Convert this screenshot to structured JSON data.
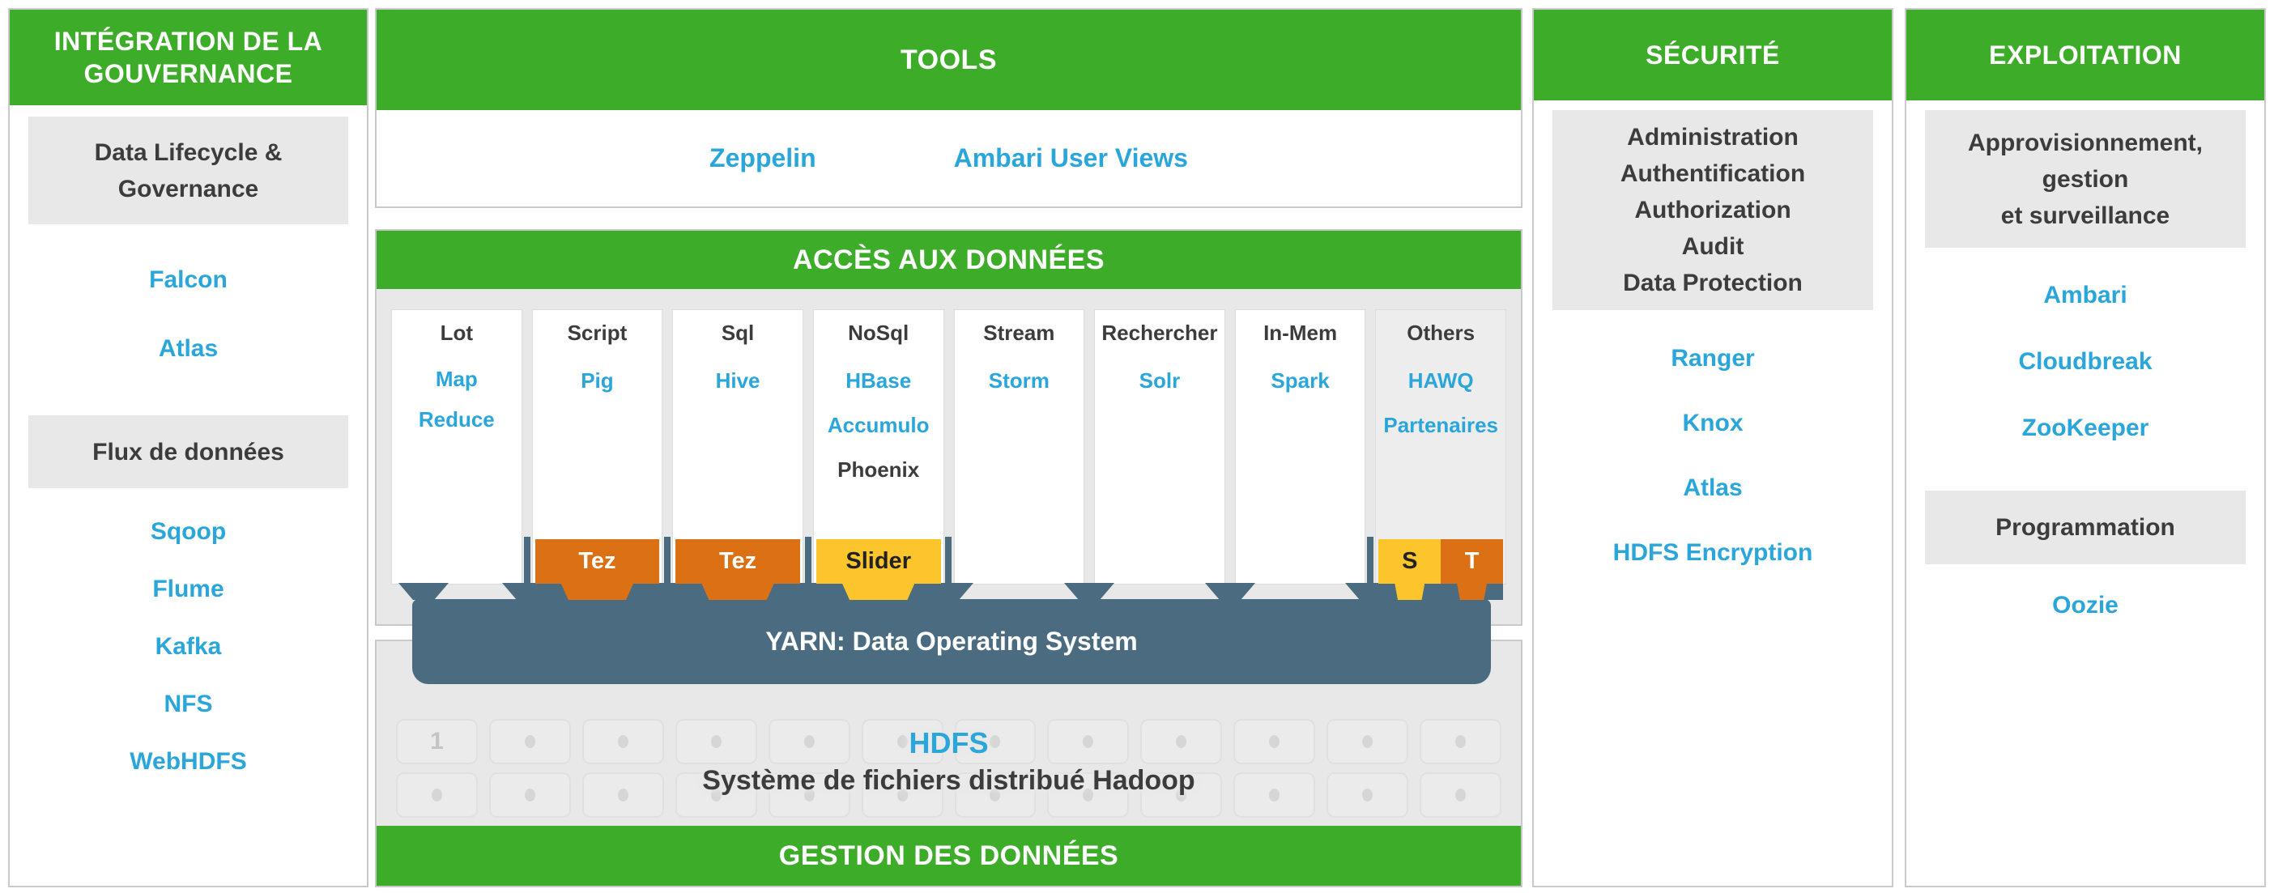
{
  "colors": {
    "green": "#3dac28",
    "link_blue": "#2aa6da",
    "orange": "#dc7014",
    "yellow": "#fdc52c",
    "slate": "#4a6b80",
    "box_gray": "#e8e8e8",
    "text_dark": "#3c3c3c"
  },
  "governance": {
    "title": "INTÉGRATION DE LA GOUVERNANCE",
    "box1": "Data Lifecycle &\nGovernance",
    "links1": [
      "Falcon",
      "Atlas"
    ],
    "box2": "Flux de données",
    "links2": [
      "Sqoop",
      "Flume",
      "Kafka",
      "NFS",
      "WebHDFS"
    ]
  },
  "tools": {
    "title": "TOOLS",
    "links": [
      "Zeppelin",
      "Ambari User Views"
    ]
  },
  "access": {
    "title": "ACCÈS AUX DONNÉES",
    "columns": [
      {
        "header": "Lot",
        "links": [
          "Map Reduce"
        ]
      },
      {
        "header": "Script",
        "links": [
          "Pig"
        ],
        "chip": "Tez"
      },
      {
        "header": "Sql",
        "links": [
          "Hive"
        ],
        "chip": "Tez"
      },
      {
        "header": "NoSql",
        "links": [
          "HBase",
          "Accumulo"
        ],
        "plain": "Phoenix",
        "chip": "Slider"
      },
      {
        "header": "Stream",
        "links": [
          "Storm"
        ]
      },
      {
        "header": "Rechercher",
        "links": [
          "Solr"
        ]
      },
      {
        "header": "In-Mem",
        "links": [
          "Spark"
        ]
      },
      {
        "header": "Others",
        "links": [
          "HAWQ",
          "Partenaires"
        ],
        "chips": [
          "S",
          "T"
        ]
      }
    ]
  },
  "yarn": {
    "label": "YARN: Data Operating System"
  },
  "hdfs": {
    "title": "HDFS",
    "subtitle": "Système de fichiers distribué Hadoop",
    "node1": "1",
    "nodes_per_row": 12,
    "rows": 2
  },
  "gestion": {
    "title": "GESTION DES DONNÉES"
  },
  "security": {
    "title": "SÉCURITÉ",
    "box1": "Administration\nAuthentification\nAuthorization\nAudit\nData Protection",
    "links": [
      "Ranger",
      "Knox",
      "Atlas",
      "HDFS Encryption"
    ]
  },
  "exploitation": {
    "title": "EXPLOITATION",
    "box1": "Approvisionnement,\ngestion\net surveillance",
    "links1": [
      "Ambari",
      "Cloudbreak",
      "ZooKeeper"
    ],
    "box2": "Programmation",
    "links2": [
      "Oozie"
    ]
  }
}
